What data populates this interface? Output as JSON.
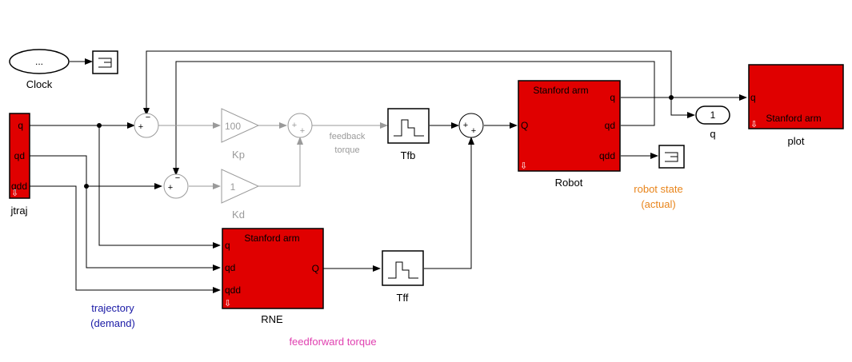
{
  "blocks": {
    "clock": {
      "label": "Clock",
      "text": "..."
    },
    "jtraj": {
      "label": "jtraj",
      "ports_out": [
        "q",
        "qd",
        "qdd"
      ]
    },
    "kp": {
      "label": "Kp",
      "value": "100"
    },
    "kd": {
      "label": "Kd",
      "value": "1"
    },
    "tfb": {
      "label": "Tfb"
    },
    "tff": {
      "label": "Tff"
    },
    "robot": {
      "label": "Robot",
      "title": "Stanford arm",
      "port_in": "Q",
      "ports_out": [
        "q",
        "qd",
        "qdd"
      ]
    },
    "rne": {
      "label": "RNE",
      "title": "Stanford arm",
      "ports_in": [
        "q",
        "qd",
        "qdd"
      ],
      "port_out": "Q"
    },
    "plot": {
      "label": "plot",
      "title": "Stanford arm",
      "port_in": "q"
    },
    "outport": {
      "label": "q",
      "number": "1"
    }
  },
  "annotations": {
    "feedback_torque": [
      "feedback",
      "torque"
    ],
    "trajectory": [
      "trajectory",
      "(demand)"
    ],
    "robot_state": [
      "robot state",
      "(actual)"
    ],
    "feedforward_torque": "feedforward torque"
  },
  "signs": {
    "plus": "+",
    "minus": "−"
  },
  "colors": {
    "block_red": "#e00000",
    "trajectory_text": "#1a1aa6",
    "robot_state_text": "#e8841a",
    "feedforward_text": "#e040b0",
    "inactive_gray": "#9a9a9a"
  }
}
